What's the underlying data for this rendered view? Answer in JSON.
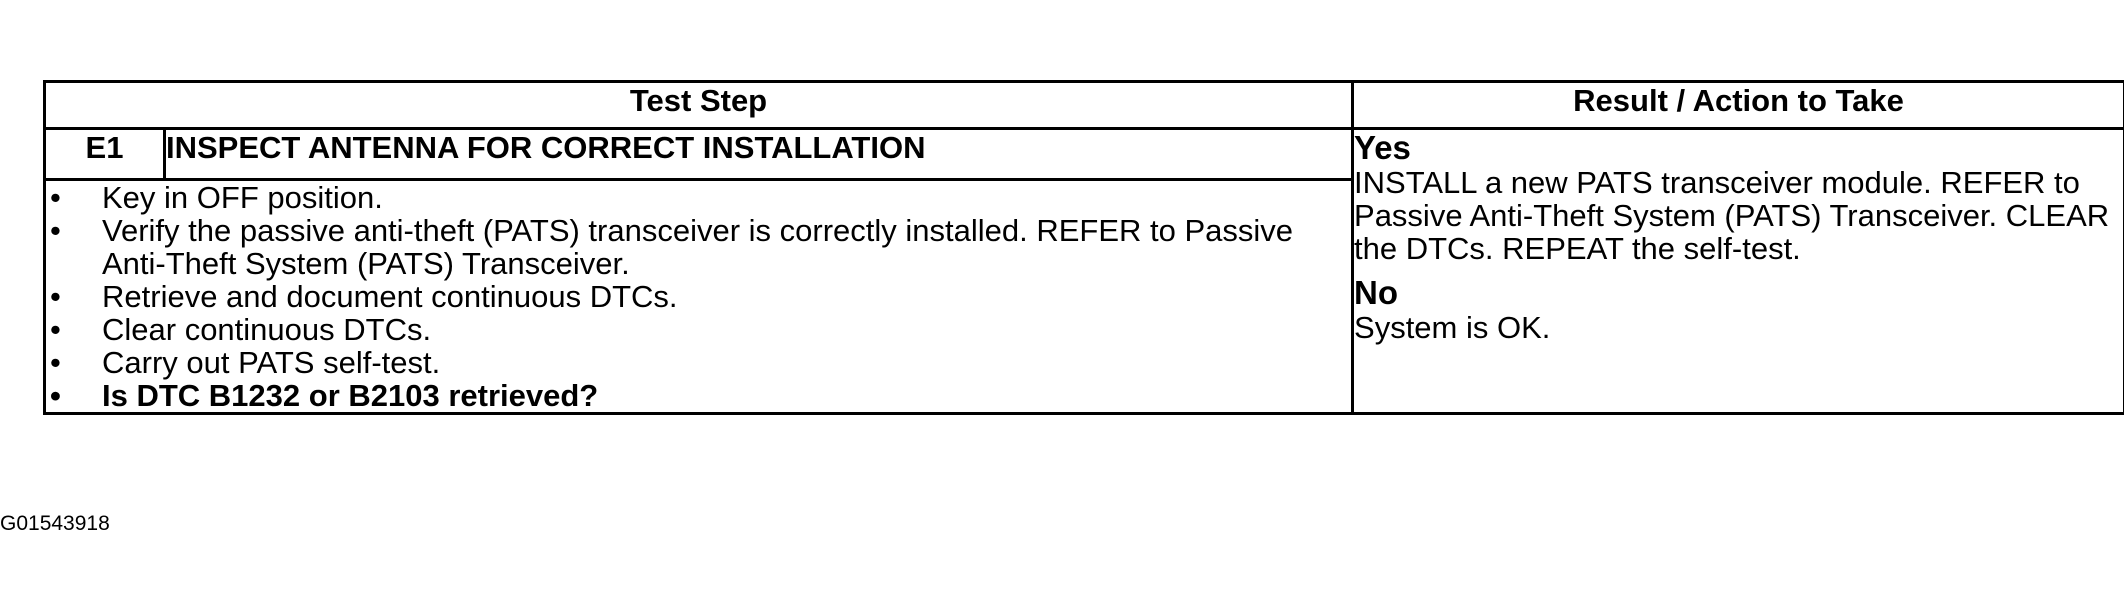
{
  "table": {
    "headers": {
      "test_step": "Test Step",
      "result_action": "Result / Action to Take"
    },
    "step": {
      "id": "E1",
      "title": "INSPECT ANTENNA FOR CORRECT INSTALLATION",
      "bullets": [
        "Key in OFF position.",
        "Verify the passive anti-theft (PATS) transceiver is correctly installed. REFER to Passive Anti-Theft System (PATS) Transceiver.",
        "Retrieve and document continuous DTCs.",
        "Clear continuous DTCs.",
        "Carry out PATS self-test.",
        "Is DTC B1232 or B2103 retrieved?"
      ]
    },
    "result": {
      "yes_label": "Yes",
      "yes_text": "INSTALL a new PATS transceiver module. REFER to Passive Anti-Theft System (PATS) Transceiver. CLEAR the DTCs. REPEAT the self-test.",
      "no_label": "No",
      "no_text": "System is OK."
    }
  },
  "figure_id": "G01543918"
}
